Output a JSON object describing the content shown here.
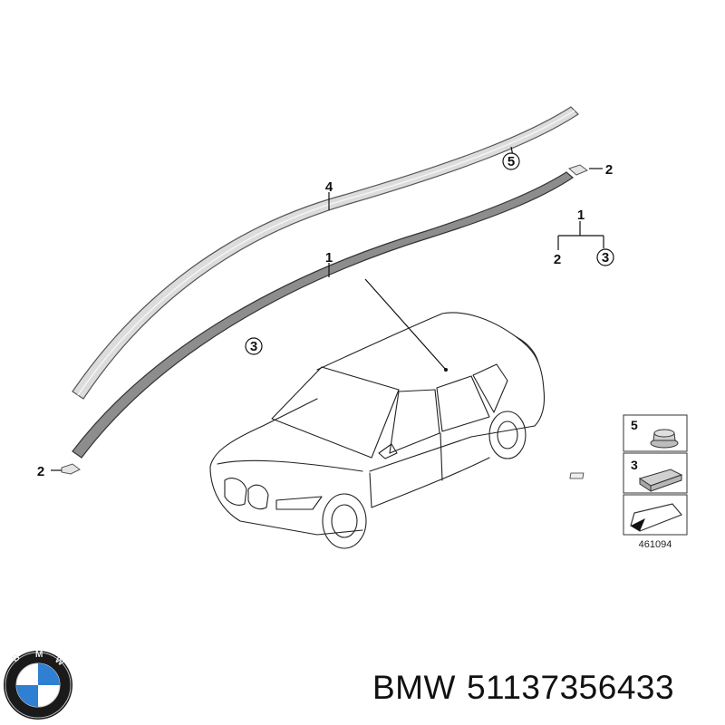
{
  "diagram": {
    "callouts": {
      "rail_top_5": "5",
      "clip_right_2": "2",
      "roof_rail_4": "4",
      "key_1": "1",
      "key_2": "2",
      "key_3": "3",
      "moulding_1": "1",
      "moulding_3": "3",
      "clip_left_2": "2"
    },
    "legend": {
      "item_5": "5",
      "item_3": "3",
      "ref_code": "461094"
    }
  },
  "logo": {
    "name": "bmw-roundel",
    "letters": "BMW"
  },
  "caption": {
    "brand": "BMW",
    "part_number": "51137356433"
  },
  "colors": {
    "line": "#111111",
    "rail_fill": "#d6d6d6",
    "strip_fill": "#8c8c8c",
    "logo_blue": "#2f7fd3"
  }
}
